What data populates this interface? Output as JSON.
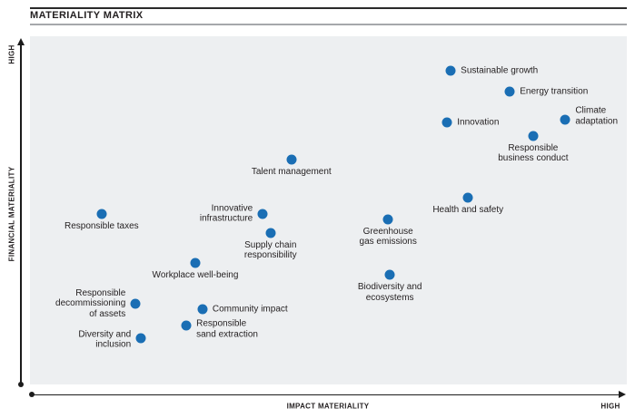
{
  "title": "MATERIALITY MATRIX",
  "axes": {
    "y_title": "FINANCIAL MATERIALITY",
    "y_end_label": "HIGH",
    "x_title": "IMPACT MATERIALITY",
    "x_end_label": "HIGH",
    "numeric_ticks": false
  },
  "colors": {
    "dot": "#1a6eb4",
    "plot_background": "#edeff1",
    "text": "#231f20",
    "rule_dark": "#2a2a2a",
    "rule_gray": "#a6a8ab"
  },
  "chart_data": {
    "type": "scatter",
    "title": "MATERIALITY MATRIX",
    "xlabel": "IMPACT MATERIALITY",
    "ylabel": "FINANCIAL MATERIALITY",
    "x_range": [
      0,
      100
    ],
    "y_range": [
      0,
      100
    ],
    "axis_end_labels": {
      "x": "HIGH",
      "y": "HIGH"
    },
    "grid": false,
    "legend": false,
    "points": [
      {
        "label": "Sustainable growth",
        "impact": 70.5,
        "financial": 90.1,
        "label_lines": [
          "Sustainable growth"
        ],
        "side": "right",
        "dy": 0
      },
      {
        "label": "Energy transition",
        "impact": 80.4,
        "financial": 84.1,
        "label_lines": [
          "Energy transition"
        ],
        "side": "right",
        "dy": 0
      },
      {
        "label": "Innovation",
        "impact": 69.9,
        "financial": 75.3,
        "label_lines": [
          "Innovation"
        ],
        "side": "right",
        "dy": 0
      },
      {
        "label": "Climate adaptation",
        "impact": 89.7,
        "financial": 76.0,
        "label_lines": [
          "Climate",
          "adaptation"
        ],
        "side": "right",
        "dy": -4
      },
      {
        "label": "Responsible business conduct",
        "impact": 84.3,
        "financial": 71.4,
        "label_lines": [
          "Responsible",
          "business conduct"
        ],
        "side": "below",
        "dy": 0
      },
      {
        "label": "Talent management",
        "impact": 43.8,
        "financial": 64.6,
        "label_lines": [
          "Talent management"
        ],
        "side": "below",
        "dy": 0
      },
      {
        "label": "Health and safety",
        "impact": 73.4,
        "financial": 53.6,
        "label_lines": [
          "Health and safety"
        ],
        "side": "below",
        "dy": 0
      },
      {
        "label": "Innovative infrastructure",
        "impact": 39.0,
        "financial": 49.0,
        "label_lines": [
          "Innovative",
          "infrastructure"
        ],
        "side": "left",
        "dy": 0
      },
      {
        "label": "Responsible taxes",
        "impact": 12.0,
        "financial": 49.0,
        "label_lines": [
          "Responsible taxes"
        ],
        "side": "below",
        "dy": 0
      },
      {
        "label": "Supply chain responsibility",
        "impact": 40.3,
        "financial": 43.5,
        "label_lines": [
          "Supply chain",
          "responsibility"
        ],
        "side": "below",
        "dy": 0
      },
      {
        "label": "Greenhouse gas emissions",
        "impact": 60.0,
        "financial": 47.4,
        "label_lines": [
          "Greenhouse",
          "gas emissions"
        ],
        "side": "below",
        "dy": 0
      },
      {
        "label": "Workplace well-being",
        "impact": 27.7,
        "financial": 34.9,
        "label_lines": [
          "Workplace well-being"
        ],
        "side": "below",
        "dy": 0
      },
      {
        "label": "Biodiversity and ecosystems",
        "impact": 60.3,
        "financial": 31.5,
        "label_lines": [
          "Biodiversity and",
          "ecosystems"
        ],
        "side": "below",
        "dy": 0
      },
      {
        "label": "Responsible decommissioning of assets",
        "impact": 17.7,
        "financial": 23.2,
        "label_lines": [
          "Responsible",
          "decommissioning",
          "of assets"
        ],
        "side": "left",
        "dy": 0
      },
      {
        "label": "Community impact",
        "impact": 28.9,
        "financial": 21.6,
        "label_lines": [
          "Community impact"
        ],
        "side": "right",
        "dy": 0
      },
      {
        "label": "Responsible sand extraction",
        "impact": 26.2,
        "financial": 16.9,
        "label_lines": [
          "Responsible",
          "sand extraction"
        ],
        "side": "right",
        "dy": 4
      },
      {
        "label": "Diversity and inclusion",
        "impact": 18.6,
        "financial": 13.3,
        "label_lines": [
          "Diversity and",
          "inclusion"
        ],
        "side": "left",
        "dy": 2
      }
    ]
  }
}
